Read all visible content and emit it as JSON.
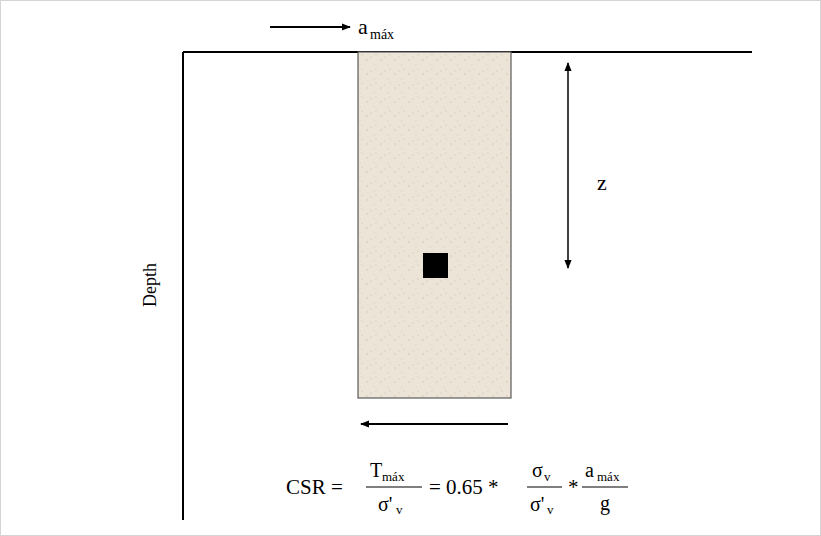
{
  "diagram": {
    "labels": [
      "a",
      "máx",
      "z",
      "Depth",
      "CSR =",
      "T",
      "máx",
      "σ'",
      "v",
      "= 0.65 *",
      "σ",
      "v",
      "σ'",
      "v",
      "*",
      "a",
      "máx",
      "g"
    ]
  }
}
